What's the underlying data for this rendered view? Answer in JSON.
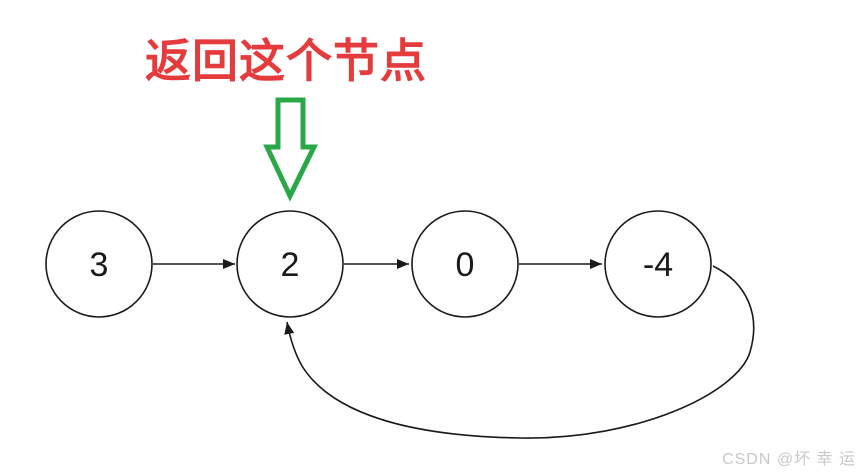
{
  "annotation": {
    "label": "返回这个节点",
    "color": "#e53b3d"
  },
  "pointer_arrow": {
    "icon": "down-block-arrow-icon",
    "color": "#2aa747",
    "points_to_node": "2"
  },
  "linked_list": {
    "nodes": [
      {
        "value": "3"
      },
      {
        "value": "2"
      },
      {
        "value": "0"
      },
      {
        "value": "-4"
      }
    ],
    "edges": [
      {
        "from": "3",
        "to": "2"
      },
      {
        "from": "2",
        "to": "0"
      },
      {
        "from": "0",
        "to": "-4"
      }
    ],
    "cycle_edge": {
      "from": "-4",
      "to": "2"
    }
  },
  "watermark": {
    "text": "CSDN @坏 幸 运",
    "color": "#c9c9c9"
  },
  "colors": {
    "node_stroke": "#1a1a1a",
    "background": "#ffffff"
  }
}
